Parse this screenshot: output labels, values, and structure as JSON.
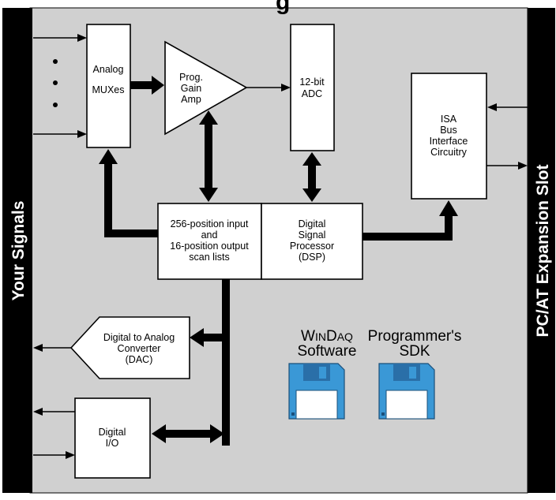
{
  "title_fragment": "g",
  "left_bar_label": "Your Signals",
  "right_bar_label": "PC/AT Expansion Slot",
  "blocks": {
    "mux": [
      "Analog",
      "MUXes"
    ],
    "pga": [
      "Prog.",
      "Gain",
      "Amp"
    ],
    "adc": [
      "12-bit",
      "ADC"
    ],
    "isa": [
      "ISA",
      "Bus",
      "Interface",
      "Circuitry"
    ],
    "scan": [
      "256-position input",
      "and",
      "16-position output",
      "scan lists"
    ],
    "dsp": [
      "Digital",
      "Signal",
      "Processor",
      "(DSP)"
    ],
    "dac": [
      "Digital to Analog",
      "Converter",
      "(DAC)"
    ],
    "dio": [
      "Digital",
      "I/O"
    ]
  },
  "software": {
    "windaq_line1": "WINDAQ",
    "windaq_line2": "Software",
    "sdk_line1": "Programmer's",
    "sdk_line2": "SDK"
  },
  "colors": {
    "panel": "#d0d0d0",
    "bars": "#000000",
    "floppy": "#3a98d6"
  },
  "icons": [
    "floppy-disk-icon",
    "floppy-disk-icon"
  ]
}
